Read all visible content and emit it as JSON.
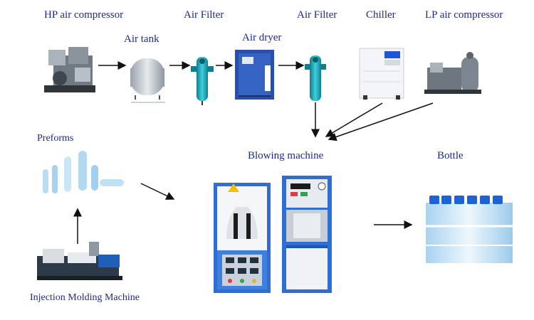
{
  "labels": {
    "hp_compressor": "HP air compressor",
    "air_tank": "Air tank",
    "air_filter_1": "Air Filter",
    "air_dryer": "Air dryer",
    "air_filter_2": "Air Filter",
    "chiller": "Chiller",
    "lp_compressor": "LP air compressor",
    "preforms": "Preforms",
    "blowing_machine": "Blowing machine",
    "bottle": "Bottle",
    "injection_molding": "Injection Molding Machine"
  },
  "colors": {
    "label_text": "#1f2a8a",
    "arrow": "#111111",
    "filter_teal": "#1aa3b5",
    "machine_blue": "#2e6fd1",
    "panel_gray": "#d9dde2",
    "bottle_cap": "#1e63d6",
    "bottle_water": "#cfe6f7"
  },
  "icons": {
    "hp_compressor": "compressor-icon",
    "air_tank": "tank-icon",
    "air_filter": "filter-icon",
    "air_dryer": "dryer-icon",
    "chiller": "chiller-icon",
    "lp_compressor": "compressor-icon",
    "preforms": "preform-icon",
    "blowing_machine": "blowing-machine-icon",
    "bottle": "bottle-icon",
    "injection_molding": "injection-machine-icon"
  }
}
